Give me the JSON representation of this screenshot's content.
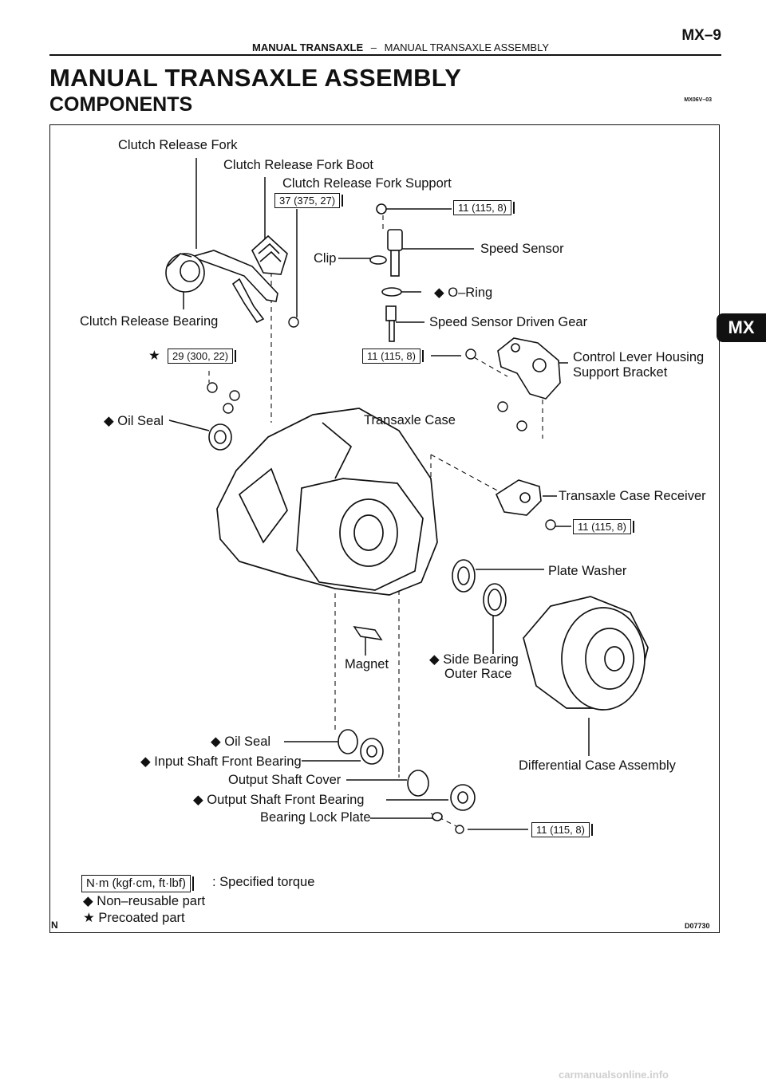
{
  "header": {
    "page_number": "MX–9",
    "section": "MANUAL TRANSAXLE",
    "separator": "–",
    "subsection": "MANUAL TRANSAXLE ASSEMBLY"
  },
  "title": "MANUAL TRANSAXLE ASSEMBLY",
  "subtitle": "COMPONENTS",
  "doc_code": "MX06V–03",
  "side_tab": "MX",
  "labels": {
    "clutch_release_fork": "Clutch Release Fork",
    "clutch_release_fork_boot": "Clutch Release Fork Boot",
    "clutch_release_fork_support": "Clutch Release Fork Support",
    "clip": "Clip",
    "speed_sensor": "Speed Sensor",
    "o_ring": "◆ O–Ring",
    "clutch_release_bearing": "Clutch Release Bearing",
    "speed_sensor_driven_gear": "Speed Sensor Driven Gear",
    "control_lever_housing_1": "Control Lever Housing",
    "control_lever_housing_2": "Support Bracket",
    "oil_seal_top": "◆ Oil Seal",
    "transaxle_case": "Transaxle Case",
    "transaxle_case_receiver": "Transaxle Case Receiver",
    "plate_washer": "Plate Washer",
    "magnet": "Magnet",
    "side_bearing_1": "◆ Side Bearing",
    "side_bearing_2": "Outer Race",
    "oil_seal_bottom": "◆ Oil Seal",
    "input_shaft_front_bearing": "◆ Input Shaft Front Bearing",
    "differential_case_assembly": "Differential Case Assembly",
    "output_shaft_cover": "Output Shaft Cover",
    "output_shaft_front_bearing": "◆ Output Shaft Front Bearing",
    "bearing_lock_plate": "Bearing Lock Plate",
    "precoated_star": "★"
  },
  "torques": {
    "fork_support": "37 (375, 27)",
    "speed_sensor": "11 (115, 8)",
    "precoated_bolts": "29 (300, 22)",
    "bracket_bolts": "11 (115, 8)",
    "receiver_bolt": "11 (115, 8)",
    "lock_plate_bolt": "11 (115, 8)"
  },
  "legend": {
    "torque_box": "N·m (kgf·cm, ft·lbf)",
    "torque_desc": ": Specified torque",
    "non_reusable": "◆ Non–reusable part",
    "precoated": "★ Precoated part"
  },
  "corner_left": "N",
  "figure_code": "D07730",
  "footer_watermark": "carmanualsonline.info"
}
